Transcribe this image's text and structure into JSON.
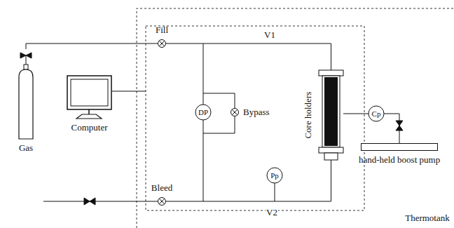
{
  "diagram": {
    "nodes": [
      {
        "text": [
          "Gas"
        ]
      },
      {
        "text": [
          "Computer"
        ]
      },
      {
        "text": [
          "Fill"
        ]
      },
      {
        "text": [
          "DP"
        ]
      },
      {
        "text": [
          "Bypass"
        ]
      },
      {
        "text": [
          "Bleed"
        ]
      },
      {
        "text": [
          "Pp"
        ]
      },
      {
        "text": [
          "Core holders"
        ]
      },
      {
        "text": [
          "Cp"
        ]
      },
      {
        "text": [
          "hand-held boost pump"
        ]
      }
    ],
    "edges": [
      {
        "from": 0,
        "to": 2,
        "arrow": "none"
      },
      {
        "from": 2,
        "to": 7,
        "label": "V1",
        "arrow": "none"
      },
      {
        "from": 5,
        "to": 7,
        "label": "V2",
        "arrow": "none"
      },
      {
        "from": 7,
        "to": 8,
        "arrow": "none"
      },
      {
        "from": 8,
        "to": 9,
        "arrow": "none"
      }
    ],
    "labels": [
      "Thermotank"
    ]
  }
}
